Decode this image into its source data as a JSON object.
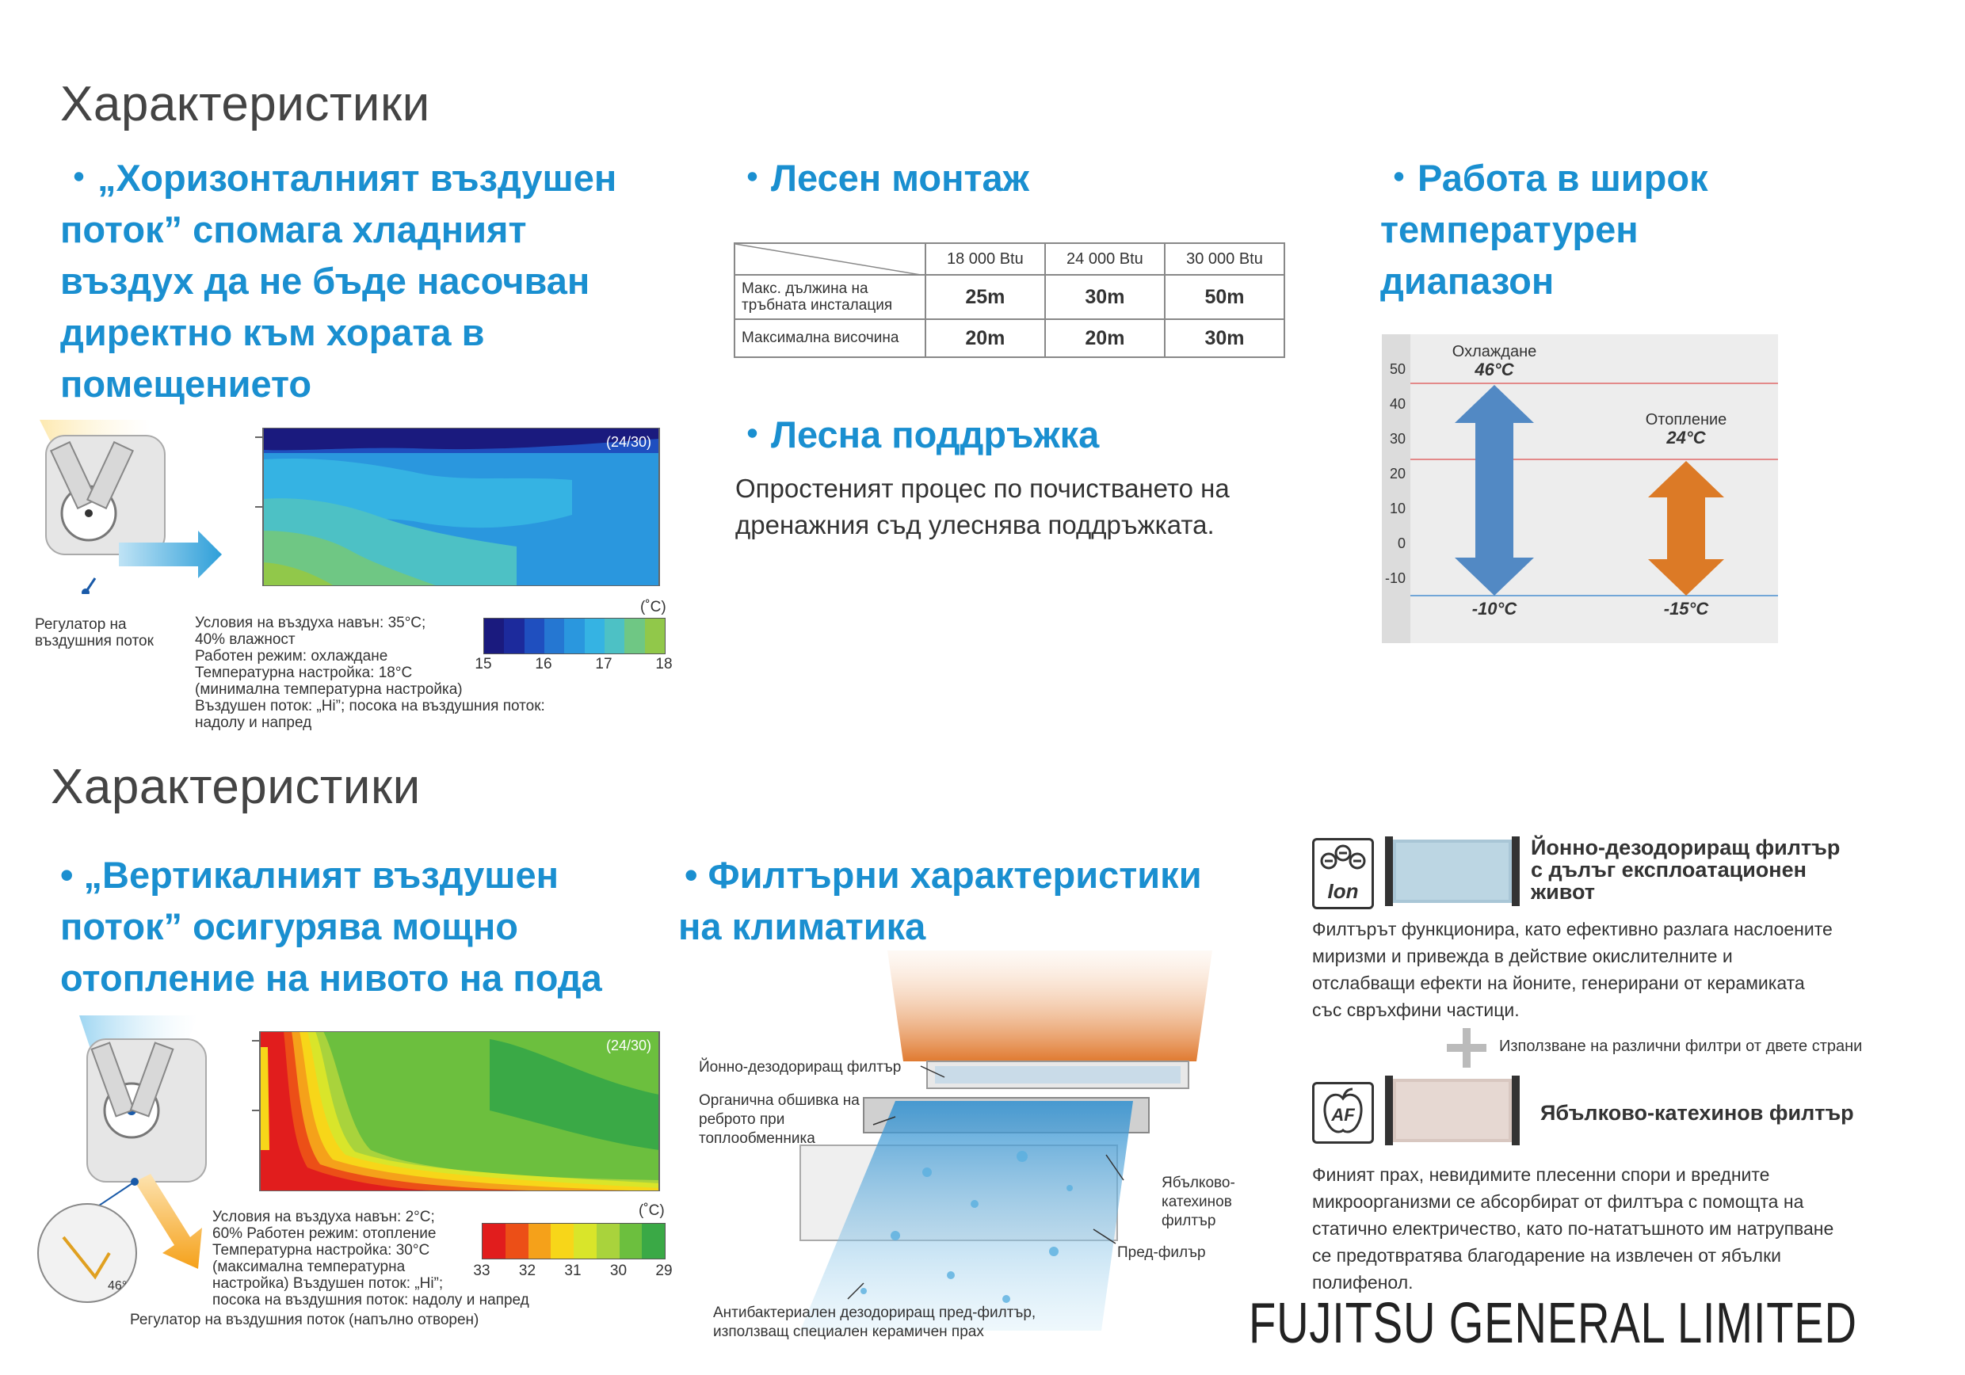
{
  "top": {
    "section_title": "Характеристики",
    "horizontal": {
      "heading_lines": [
        "・„Хоризонталният въздушен",
        "поток” спомага хладният",
        "въздух да не бъде насочван",
        "директно към хората в",
        "помещението"
      ],
      "regulator_label_lines": [
        "Регулатор на",
        "въздушния поток"
      ],
      "room_code": "(24/30)",
      "conditions_lines": [
        "Условия на въздуха навън: 35°C;",
        "40% влажност",
        "Работен режим: охлаждане",
        "Температурна настройка: 18°C",
        "(минимална температурна настройка)",
        "Въздушен поток: „Hi”; посока на въздушния поток:",
        "надолу и напред"
      ],
      "scale_unit": "(˚C)",
      "scale_ticks": [
        "15",
        "16",
        "17",
        "18"
      ],
      "scale_colors": [
        "#1a1a7e",
        "#1c2a9c",
        "#1f4fbf",
        "#2577d2",
        "#2a97de",
        "#35b3e3",
        "#4dc1c5",
        "#6fc784",
        "#91c84a"
      ]
    },
    "install": {
      "heading": "・Лесен монтаж",
      "columns": [
        "18 000 Btu",
        "24 000 Btu",
        "30 000 Btu"
      ],
      "rows": [
        {
          "label_lines": [
            "Макс. дължина на",
            "тръбната инсталация"
          ],
          "values": [
            "25m",
            "30m",
            "50m"
          ]
        },
        {
          "label_lines": [
            "Максимална височина"
          ],
          "values": [
            "20m",
            "20m",
            "30m"
          ]
        }
      ]
    },
    "maintenance": {
      "heading": "・Лесна поддръжка",
      "text_lines": [
        "Опростеният процес по почистването на",
        "дренажния съд улеснява поддръжката."
      ]
    },
    "temperature": {
      "heading_lines": [
        "・Работа в широк",
        "температурен",
        "диапазон"
      ],
      "axis_ticks": [
        "50",
        "40",
        "30",
        "20",
        "10",
        "0",
        "-10"
      ],
      "cooling_label": "Охлаждане",
      "cooling_max": "46°C",
      "cooling_min": "-10°C",
      "heating_label": "Отопление",
      "heating_max": "24°C",
      "heating_min": "-15°C",
      "cooling_color": "#5289c4",
      "heating_color": "#dc7a26"
    }
  },
  "bottom": {
    "section_title": "Характеристики",
    "vertical": {
      "heading_lines": [
        "• „Вертикалният въздушен",
        "поток” осигурява мощно",
        "отопление на нивото на пода"
      ],
      "room_code": "(24/30)",
      "angle_label": "46°",
      "conditions_lines": [
        "Условия на въздуха навън: 2°C;",
        "60% Работен режим: отопление",
        "Температурна настройка: 30°C",
        "(максимална температурна",
        "настройка) Въздушен поток: „Hi”;",
        "посока на въздушния поток: надолу и напред"
      ],
      "regulator_caption": "Регулатор на въздушния поток (напълно отворен)",
      "scale_unit": "(˚C)",
      "scale_ticks": [
        "33",
        "32",
        "31",
        "30",
        "29"
      ],
      "scale_colors": [
        "#e11d1d",
        "#ec4f17",
        "#f5a11a",
        "#f7d619",
        "#d9e52a",
        "#a9d33c",
        "#6cbf3e",
        "#3aa946"
      ]
    },
    "filter_features": {
      "heading_lines": [
        "• Филтърни характеристики",
        "на климатика"
      ],
      "labels": {
        "ion_filter": "Йонно-дезодориращ филтър",
        "organic_coating_lines": [
          "Органична обшивка на",
          "реброто при",
          "топлообменника"
        ],
        "apple_filter_lines": [
          "Ябълково-",
          "катехинов",
          "филтър"
        ],
        "pre_filter": "Пред-филър",
        "antibacterial_lines": [
          "Антибактериален дезодориращ пред-филтър,",
          "използващ специален керамичен прах"
        ]
      }
    },
    "filters": {
      "ion": {
        "badge": "Ion",
        "title_lines": [
          "Йонно-дезодориращ филтър",
          "с дълъг експлоатационен",
          "живот"
        ],
        "desc_lines": [
          "Филтърът функционира, като ефективно разлага наслоените",
          "миризми и привежда в действие окислителните и",
          "отслабващи ефекти на йоните, генерирани от керамиката",
          "със свръхфини частици."
        ]
      },
      "combo_note": "Използване на различни филтри от двете страни",
      "apple": {
        "badge": "AF",
        "title": "Ябълково-катехинов филтър",
        "desc_lines": [
          "Финият прах, невидимите плесенни спори и вредните",
          "микроорганизми се абсорбират от филтъра с помощта на",
          "статично електричество, като по-нататъшното им натрупване",
          "се предотвратява благодарение на извлечен от ябълки",
          "полифенол."
        ]
      }
    },
    "brand": "FUJITSU GENERAL LIMITED"
  }
}
